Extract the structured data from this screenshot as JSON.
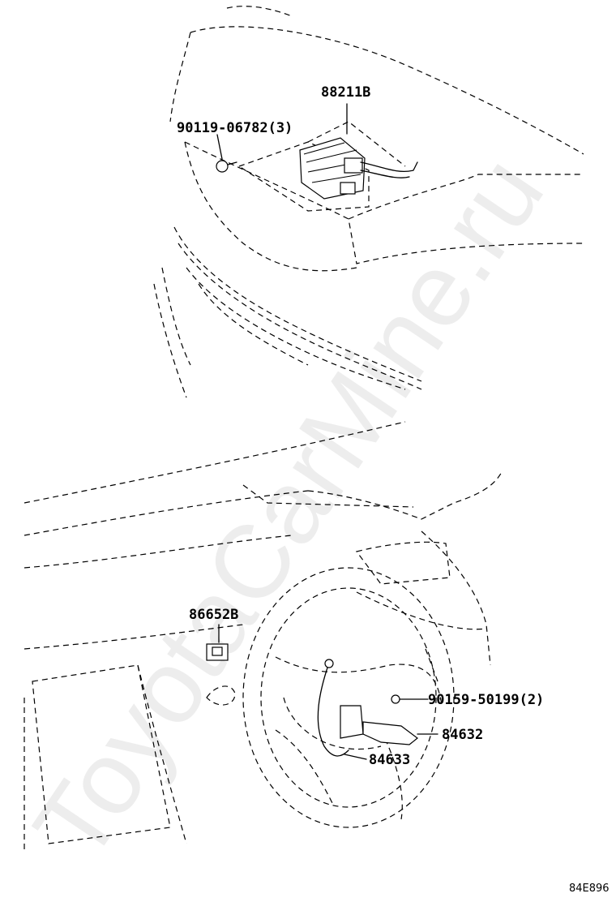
{
  "watermark": "ToyotaCarMine.ru",
  "diagram_code": "84E896",
  "callouts": {
    "radar_sensor": "88211B",
    "radar_bolt": "90119-06782(3)",
    "cruise_switch": "86652B",
    "spiral_screw": "90159-50199(2)",
    "switch_assy": "84632",
    "wire": "84633"
  }
}
